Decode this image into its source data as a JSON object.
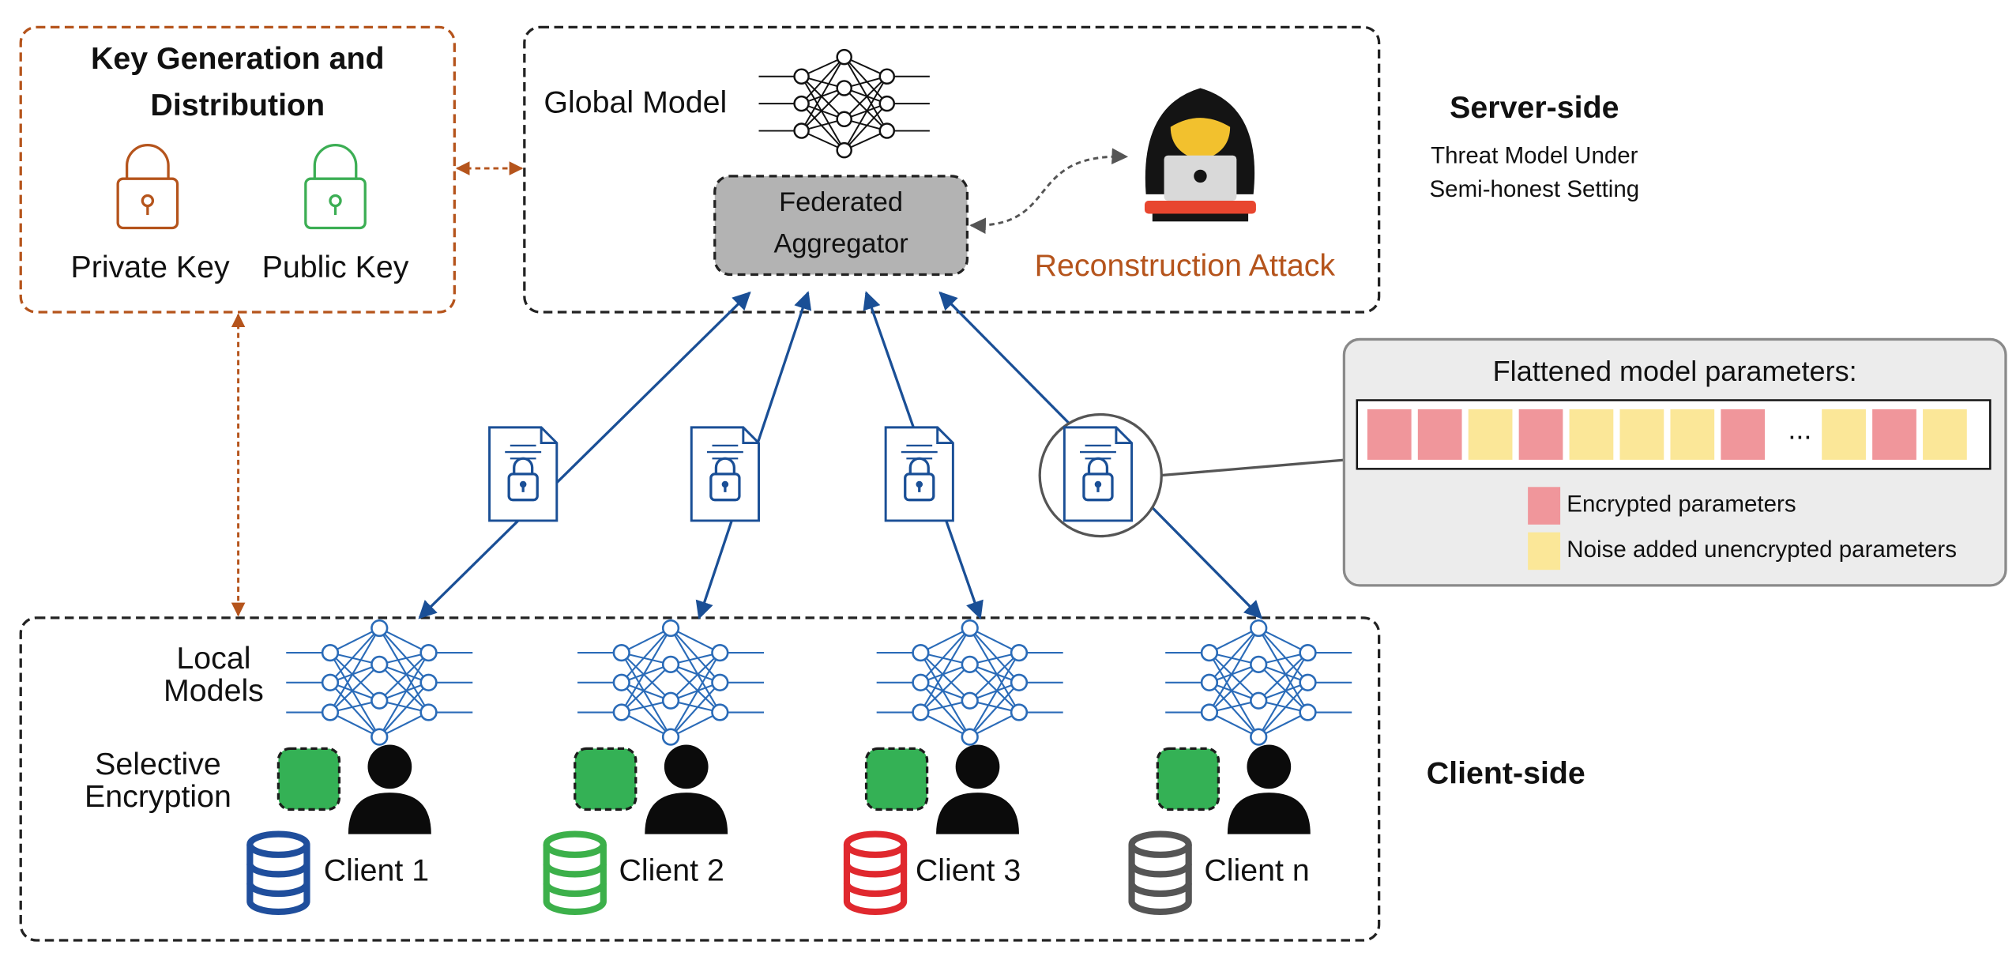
{
  "key_box": {
    "title_line1": "Key Generation and",
    "title_line2": "Distribution",
    "private_key_label": "Private Key",
    "public_key_label": "Public Key"
  },
  "server": {
    "global_model_label": "Global Model",
    "aggregator_line1": "Federated",
    "aggregator_line2": "Aggregator",
    "attack_label": "Reconstruction Attack",
    "side_label": "Server-side",
    "threat_line1": "Threat Model Under",
    "threat_line2": "Semi-honest Setting"
  },
  "params_panel": {
    "title": "Flattened model parameters:",
    "ellipsis": "...",
    "legend_encrypted": "Encrypted parameters",
    "legend_noise": "Noise added unencrypted parameters",
    "cells": [
      "enc",
      "enc",
      "noise",
      "enc",
      "noise",
      "noise",
      "noise",
      "enc",
      "gap",
      "noise",
      "enc",
      "noise"
    ]
  },
  "client_side": {
    "local_models_line1": "Local",
    "local_models_line2": "Models",
    "selective_line1": "Selective",
    "selective_line2": "Encryption",
    "side_label": "Client-side",
    "clients": [
      {
        "name": "Client 1",
        "db_color": "#1f4e9c"
      },
      {
        "name": "Client 2",
        "db_color": "#3cb04a"
      },
      {
        "name": "Client 3",
        "db_color": "#e0282e"
      },
      {
        "name": "Client n",
        "db_color": "#555555"
      }
    ]
  },
  "colors": {
    "key_box_border": "#b5541c",
    "private_key": "#b5541c",
    "public_key": "#3cae54",
    "attack_text": "#b5541c",
    "network_blue": "#2a6bb8",
    "arrow_blue": "#1a4f96",
    "encrypted_cell": "#f0969b",
    "noise_cell": "#fbe798",
    "green_square": "#34b155",
    "aggregator_fill": "#b3b3b3",
    "panel_fill": "#ececec"
  }
}
